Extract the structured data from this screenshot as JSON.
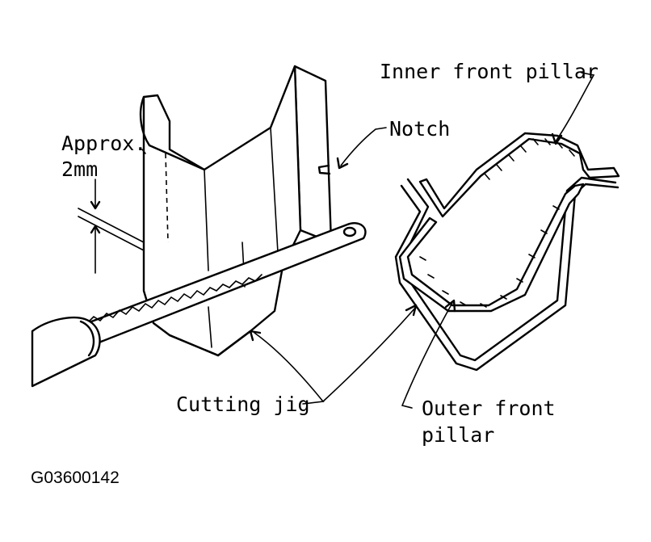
{
  "labels": {
    "inner_front_pillar": "Inner front pillar",
    "notch": "Notch",
    "approx": "Approx.",
    "approx_value": "2mm",
    "cutting_jig": "Cutting jig",
    "outer_front_pillar_line1": "Outer front",
    "outer_front_pillar_line2": "pillar"
  },
  "figure_code": "G03600142"
}
